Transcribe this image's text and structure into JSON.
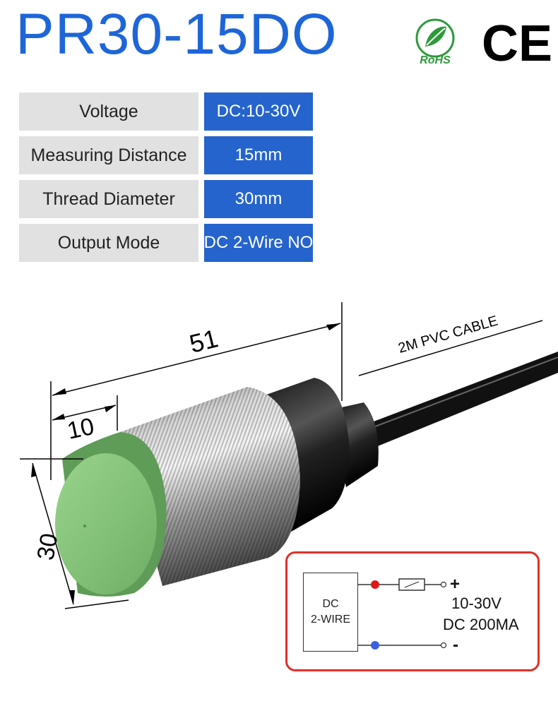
{
  "title": "PR30-15DO",
  "certifications": {
    "rohs": "RoHS",
    "ce": "CE"
  },
  "specs": [
    {
      "label": "Voltage",
      "value": "DC:10-30V"
    },
    {
      "label": "Measuring Distance",
      "value": "15mm"
    },
    {
      "label": "Thread Diameter",
      "value": "30mm"
    },
    {
      "label": "Output Mode",
      "value": "DC 2-Wire NO"
    }
  ],
  "dimensions": {
    "length": "51",
    "head": "10",
    "diameter": "30",
    "cable": "2M PVC CABLE"
  },
  "wiring": {
    "box_line1": "DC",
    "box_line2": "2-WIRE",
    "plus": "+",
    "minus": "-",
    "voltage": "10-30V",
    "current": "DC 200MA"
  },
  "colors": {
    "title": "#1e66d8",
    "value_bg": "#2564cc",
    "label_bg": "#e1e1e1",
    "sensor_face": "#86c47c",
    "border": "#e0302a"
  }
}
